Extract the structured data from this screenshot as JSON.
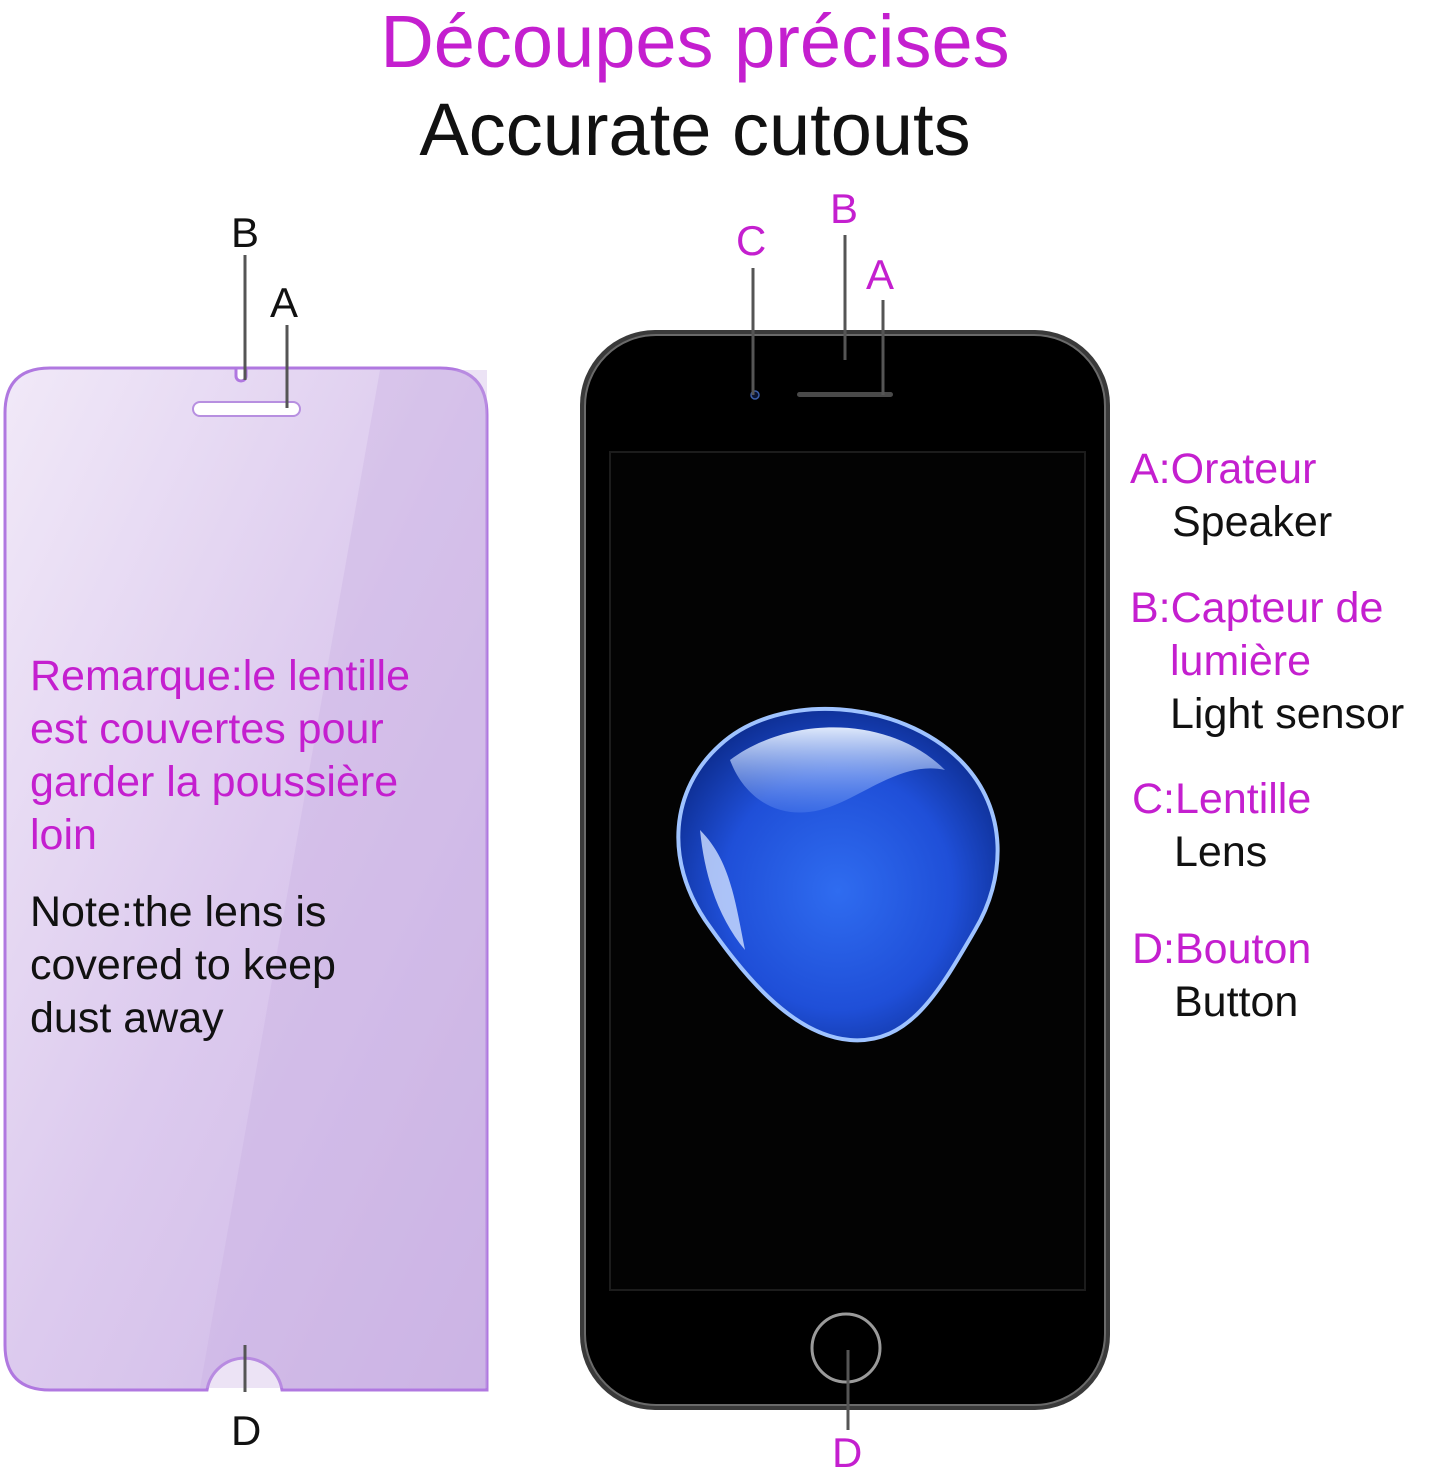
{
  "title": {
    "french": "Découpes précises",
    "english": "Accurate cutouts"
  },
  "colors": {
    "accent": "#c41fcf",
    "text": "#111111",
    "glass": "#d3bde8",
    "phone": "#000000"
  },
  "glass_protector": {
    "labels": {
      "a": "A",
      "b": "B",
      "d": "D"
    },
    "note_french": [
      "Remarque:le lentille",
      "est couvertes pour",
      "garder la poussière",
      "loin"
    ],
    "note_english": [
      "Note:the lens is",
      "covered to keep",
      "dust away"
    ]
  },
  "phone": {
    "labels": {
      "a": "A",
      "b": "B",
      "c": "C",
      "d": "D"
    }
  },
  "legend": [
    {
      "french": [
        "A:Orateur"
      ],
      "english": "Speaker"
    },
    {
      "french": [
        "B:Capteur de",
        "lumière"
      ],
      "english": "Light sensor"
    },
    {
      "french": [
        "C:Lentille"
      ],
      "english": "Lens"
    },
    {
      "french": [
        "D:Bouton"
      ],
      "english": "Button"
    }
  ]
}
